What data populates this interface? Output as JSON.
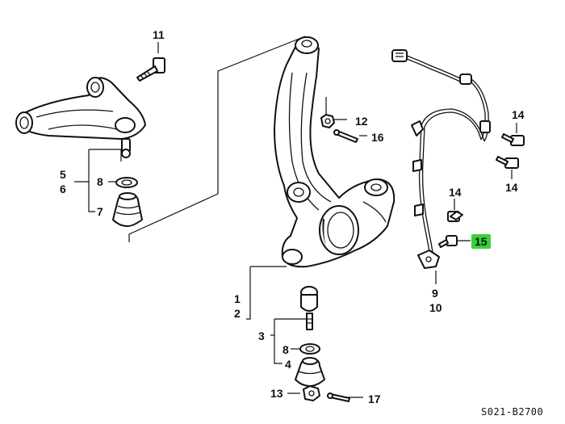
{
  "diagram": {
    "drawing_code": "S021-B2700",
    "highlight_color": "#39d13a",
    "callouts": {
      "c11": "11",
      "c12": "12",
      "c16": "16",
      "c14a": "14",
      "c14b": "14",
      "c5": "5",
      "c6": "6",
      "c8a": "8",
      "c7": "7",
      "c14c": "14",
      "c15": "15",
      "c9": "9",
      "c10": "10",
      "c1": "1",
      "c2": "2",
      "c3": "3",
      "c8b": "8",
      "c4": "4",
      "c13": "13",
      "c17": "17"
    },
    "highlighted_callout": "15"
  }
}
